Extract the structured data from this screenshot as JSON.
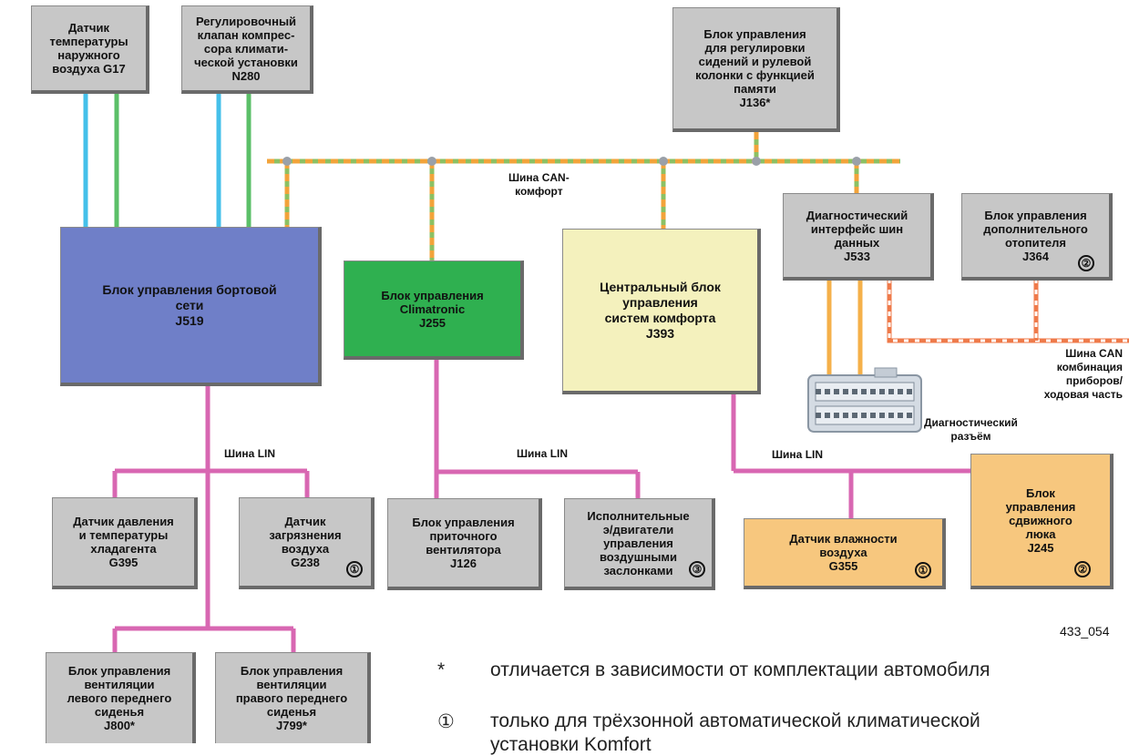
{
  "colors": {
    "can_comfort": "#f2a33a",
    "can_comfort_alt": "#8cc063",
    "can_instruments": "#ef7a4a",
    "lin": "#d867b2",
    "sensor_blue": "#45c0ea",
    "sensor_green": "#5bbf68",
    "diag_orange": "#f5b04a"
  },
  "boxes": {
    "g17": [
      "Датчик",
      "температуры",
      "наружного",
      "воздуха G17"
    ],
    "n280": [
      "Регулировочный",
      "клапан компрес-",
      "сора климати-",
      "ческой установки",
      "N280"
    ],
    "j136": [
      "Блок управления",
      "для регулировки",
      "сидений и рулевой",
      "колонки с функцией",
      "памяти",
      "J136*"
    ],
    "j519": [
      "Блок управления бортовой",
      "сети",
      "J519"
    ],
    "j255": [
      "Блок управления",
      "Climatronic",
      "J255"
    ],
    "j393": [
      "Центральный блок",
      "управления",
      "систем комфорта",
      "J393"
    ],
    "j533": [
      "Диагностический",
      "интерфейс шин",
      "данных",
      "J533"
    ],
    "j364": [
      "Блок управления",
      "дополнительного",
      "отопителя",
      "J364"
    ],
    "g395": [
      "Датчик давления",
      "и температуры",
      "хладагента",
      "G395"
    ],
    "g238": [
      "Датчик",
      "загрязнения",
      "воздуха",
      "G238"
    ],
    "j126": [
      "Блок управления",
      "приточного",
      "вентилятора",
      "J126"
    ],
    "actuators": [
      "Исполнительные",
      "э/двигатели",
      "управления",
      "воздушными",
      "заслонками"
    ],
    "g355": [
      "Датчик влажности",
      "воздуха",
      "G355"
    ],
    "j245": [
      "Блок",
      "управления",
      "сдвижного",
      "люка",
      "J245"
    ],
    "j800": [
      "Блок управления",
      "вентиляции",
      "левого переднего",
      "сиденья",
      "J800*"
    ],
    "j799": [
      "Блок управления",
      "вентиляции",
      "правого переднего",
      "сиденья",
      "J799*"
    ]
  },
  "badges": {
    "j364": "②",
    "g238": "①",
    "actuators": "③",
    "g355": "①",
    "j245": "②"
  },
  "labels": {
    "can_comfort": [
      "Шина CAN-",
      "комфорт"
    ],
    "can_instruments": [
      "Шина CAN",
      "комбинация",
      "приборов/",
      "ходовая часть"
    ],
    "diag_connector": [
      "Диагностический",
      "разъём"
    ],
    "lin_1": "Шина LIN",
    "lin_2": "Шина LIN",
    "lin_3": "Шина LIN",
    "figure_code": "433_054"
  },
  "legend": [
    {
      "symbol": "*",
      "text": "отличается в зависимости от комплектации автомобиля"
    },
    {
      "symbol": "①",
      "text": "только для трёхзонной автоматической климатической"
    },
    {
      "symbol": "",
      "text": "установки Komfort"
    }
  ]
}
